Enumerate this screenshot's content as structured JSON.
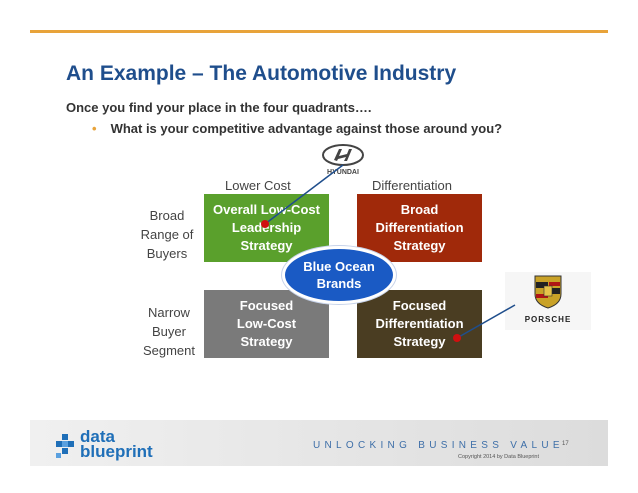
{
  "slide": {
    "title": "An Example – The Automotive Industry",
    "subtitle": "Once you find your place in the four quadrants….",
    "bullet": "What is your competitive advantage against those around you?"
  },
  "matrix": {
    "col_labels": [
      "Lower Cost",
      "Differentiation"
    ],
    "row_labels": [
      "Broad\nRange of\nBuyers",
      "Narrow\nBuyer\nSegment"
    ],
    "quadrants": [
      {
        "label": "Overall Low-Cost\nLeadership\nStrategy",
        "color": "#5aa02c"
      },
      {
        "label": "Broad\nDifferentiation\nStrategy",
        "color": "#a0290a"
      },
      {
        "label": "Focused\nLow-Cost\nStrategy",
        "color": "#7a7a7a"
      },
      {
        "label": "Focused\nDifferentiation\nStrategy",
        "color": "#4a3d22"
      }
    ],
    "center": {
      "label": "Blue Ocean\nBrands",
      "color": "#1a5ac4"
    }
  },
  "logos": {
    "hyundai": {
      "text": "HYUNDAI",
      "icon": "hyundai-logo"
    },
    "porsche": {
      "text": "PORSCHE",
      "icon": "porsche-crest"
    }
  },
  "footer": {
    "brand_top": "data",
    "brand_bottom": "blueprint",
    "tagline": "UNLOCKING BUSINESS VALUE",
    "copyright": "Copyright 2014 by Data Blueprint",
    "page_number": "17"
  },
  "colors": {
    "title": "#1f4e8c",
    "accent": "#e8a33a",
    "brand_blue": "#1f6fb8"
  }
}
